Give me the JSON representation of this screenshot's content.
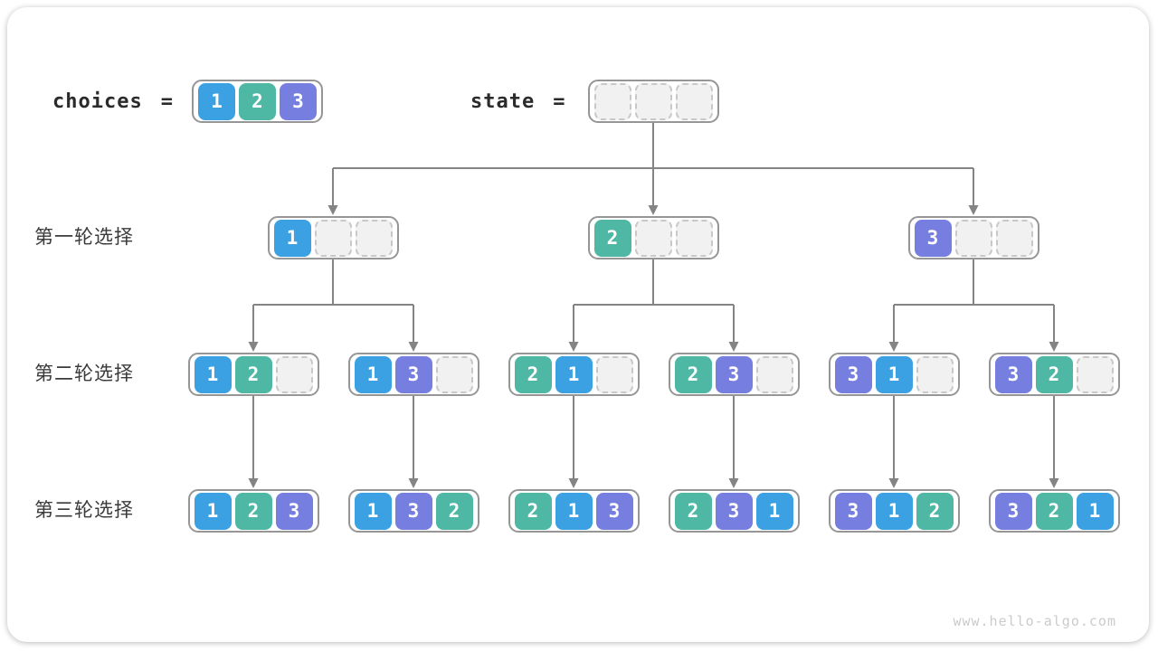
{
  "palette": {
    "1": "#3BA1E3",
    "2": "#4EB8A5",
    "3": "#767FE0",
    "line": "#848484",
    "node_border": "#969696",
    "empty_bg": "#F1F1F1",
    "empty_border": "#C8C8C8",
    "text": "#2B2B2B"
  },
  "header": {
    "choices": {
      "label": "choices",
      "equals": "=",
      "values": [
        1,
        2,
        3
      ]
    },
    "state": {
      "label": "state",
      "equals": "=",
      "values": [
        null,
        null,
        null
      ]
    }
  },
  "rows": [
    {
      "label": "第一轮选择",
      "nodes": [
        [
          1,
          null,
          null
        ],
        [
          2,
          null,
          null
        ],
        [
          3,
          null,
          null
        ]
      ]
    },
    {
      "label": "第二轮选择",
      "nodes": [
        [
          1,
          2,
          null
        ],
        [
          1,
          3,
          null
        ],
        [
          2,
          1,
          null
        ],
        [
          2,
          3,
          null
        ],
        [
          3,
          1,
          null
        ],
        [
          3,
          2,
          null
        ]
      ]
    },
    {
      "label": "第三轮选择",
      "nodes": [
        [
          1,
          2,
          3
        ],
        [
          1,
          3,
          2
        ],
        [
          2,
          1,
          3
        ],
        [
          2,
          3,
          1
        ],
        [
          3,
          1,
          2
        ],
        [
          3,
          2,
          1
        ]
      ]
    }
  ],
  "watermark": "www.hello-algo.com"
}
